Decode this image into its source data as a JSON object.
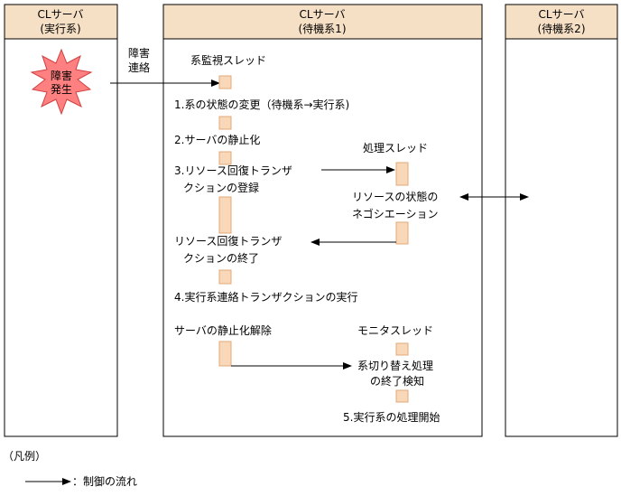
{
  "columns": [
    {
      "line1": "CLサーバ",
      "line2": "(実行系)"
    },
    {
      "line1": "CLサーバ",
      "line2": "(待機系1)"
    },
    {
      "line1": "CLサーバ",
      "line2": "(待機系2)"
    }
  ],
  "failure": {
    "line1": "障害",
    "line2": "発生"
  },
  "failure_notice": {
    "line1": "障害",
    "line2": "連絡"
  },
  "threads": {
    "monitor": "系監視スレッド",
    "processing": "処理スレッド",
    "monitor2": "モニタスレッド"
  },
  "steps": {
    "s1": "1.系の状態の変更（待機系→実行系)",
    "s2": "2.サーバの静止化",
    "s3_line1": "3.リソース回復トランザ",
    "s3_line2": "クションの登録",
    "negotiation_line1": "リソースの状態の",
    "negotiation_line2": "ネゴシエーション",
    "recovery_end_line1": "リソース回復トランザ",
    "recovery_end_line2": "クションの終了",
    "s4": "4.実行系連絡トランザクションの実行",
    "quiesce_release": "サーバの静止化解除",
    "switch_end_line1": "系切り替え処理",
    "switch_end_line2": "の終了検知",
    "s5": "5.実行系の処理開始"
  },
  "legend": {
    "title": "（凡例）",
    "arrow_label": "：制御の流れ"
  },
  "colors": {
    "header_fill": "#f5dfc5",
    "bar_fill": "#f8d8b8",
    "bar_stroke": "#e0a878",
    "burst_fill": "#ff8080",
    "burst_stroke": "#d04040"
  }
}
